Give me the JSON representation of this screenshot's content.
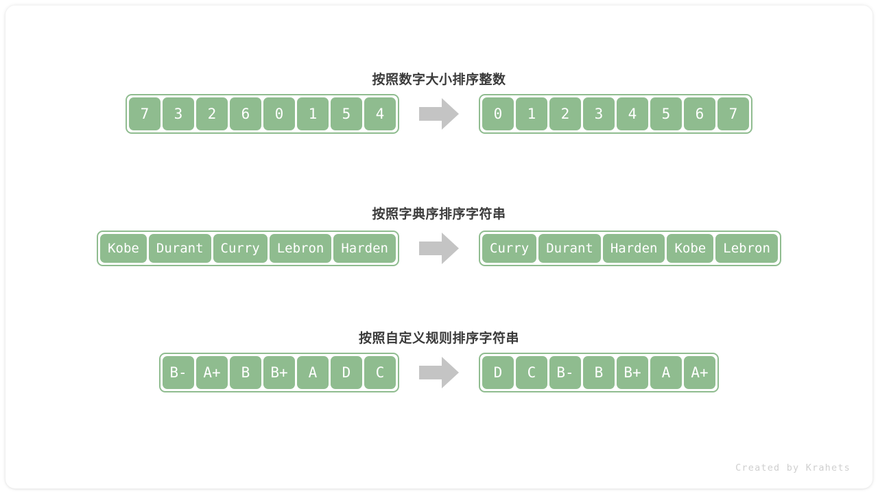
{
  "colors": {
    "cell_fill": "#8FBC8F",
    "cell_text": "#FFFFFF",
    "arrow": "#C4C4C4",
    "title_text": "#3A3A3A",
    "footer_text": "#CFCFCF",
    "card_bg": "#FFFFFF"
  },
  "sections": [
    {
      "title": "按照数字大小排序整数",
      "kind": "num",
      "input": [
        "7",
        "3",
        "2",
        "6",
        "0",
        "1",
        "5",
        "4"
      ],
      "output": [
        "0",
        "1",
        "2",
        "3",
        "4",
        "5",
        "6",
        "7"
      ],
      "arrow_icon": "right-arrow-icon"
    },
    {
      "title": "按照字典序排序字符串",
      "kind": "str",
      "input": [
        "Kobe",
        "Durant",
        "Curry",
        "Lebron",
        "Harden"
      ],
      "output": [
        "Curry",
        "Durant",
        "Harden",
        "Kobe",
        "Lebron"
      ],
      "arrow_icon": "right-arrow-icon"
    },
    {
      "title": "按照自定义规则排序字符串",
      "kind": "grade",
      "input": [
        "B-",
        "A+",
        "B",
        "B+",
        "A",
        "D",
        "C"
      ],
      "output": [
        "D",
        "C",
        "B-",
        "B",
        "B+",
        "A",
        "A+"
      ],
      "arrow_icon": "right-arrow-icon"
    }
  ],
  "footer": {
    "credit": "Created by Krahets"
  }
}
